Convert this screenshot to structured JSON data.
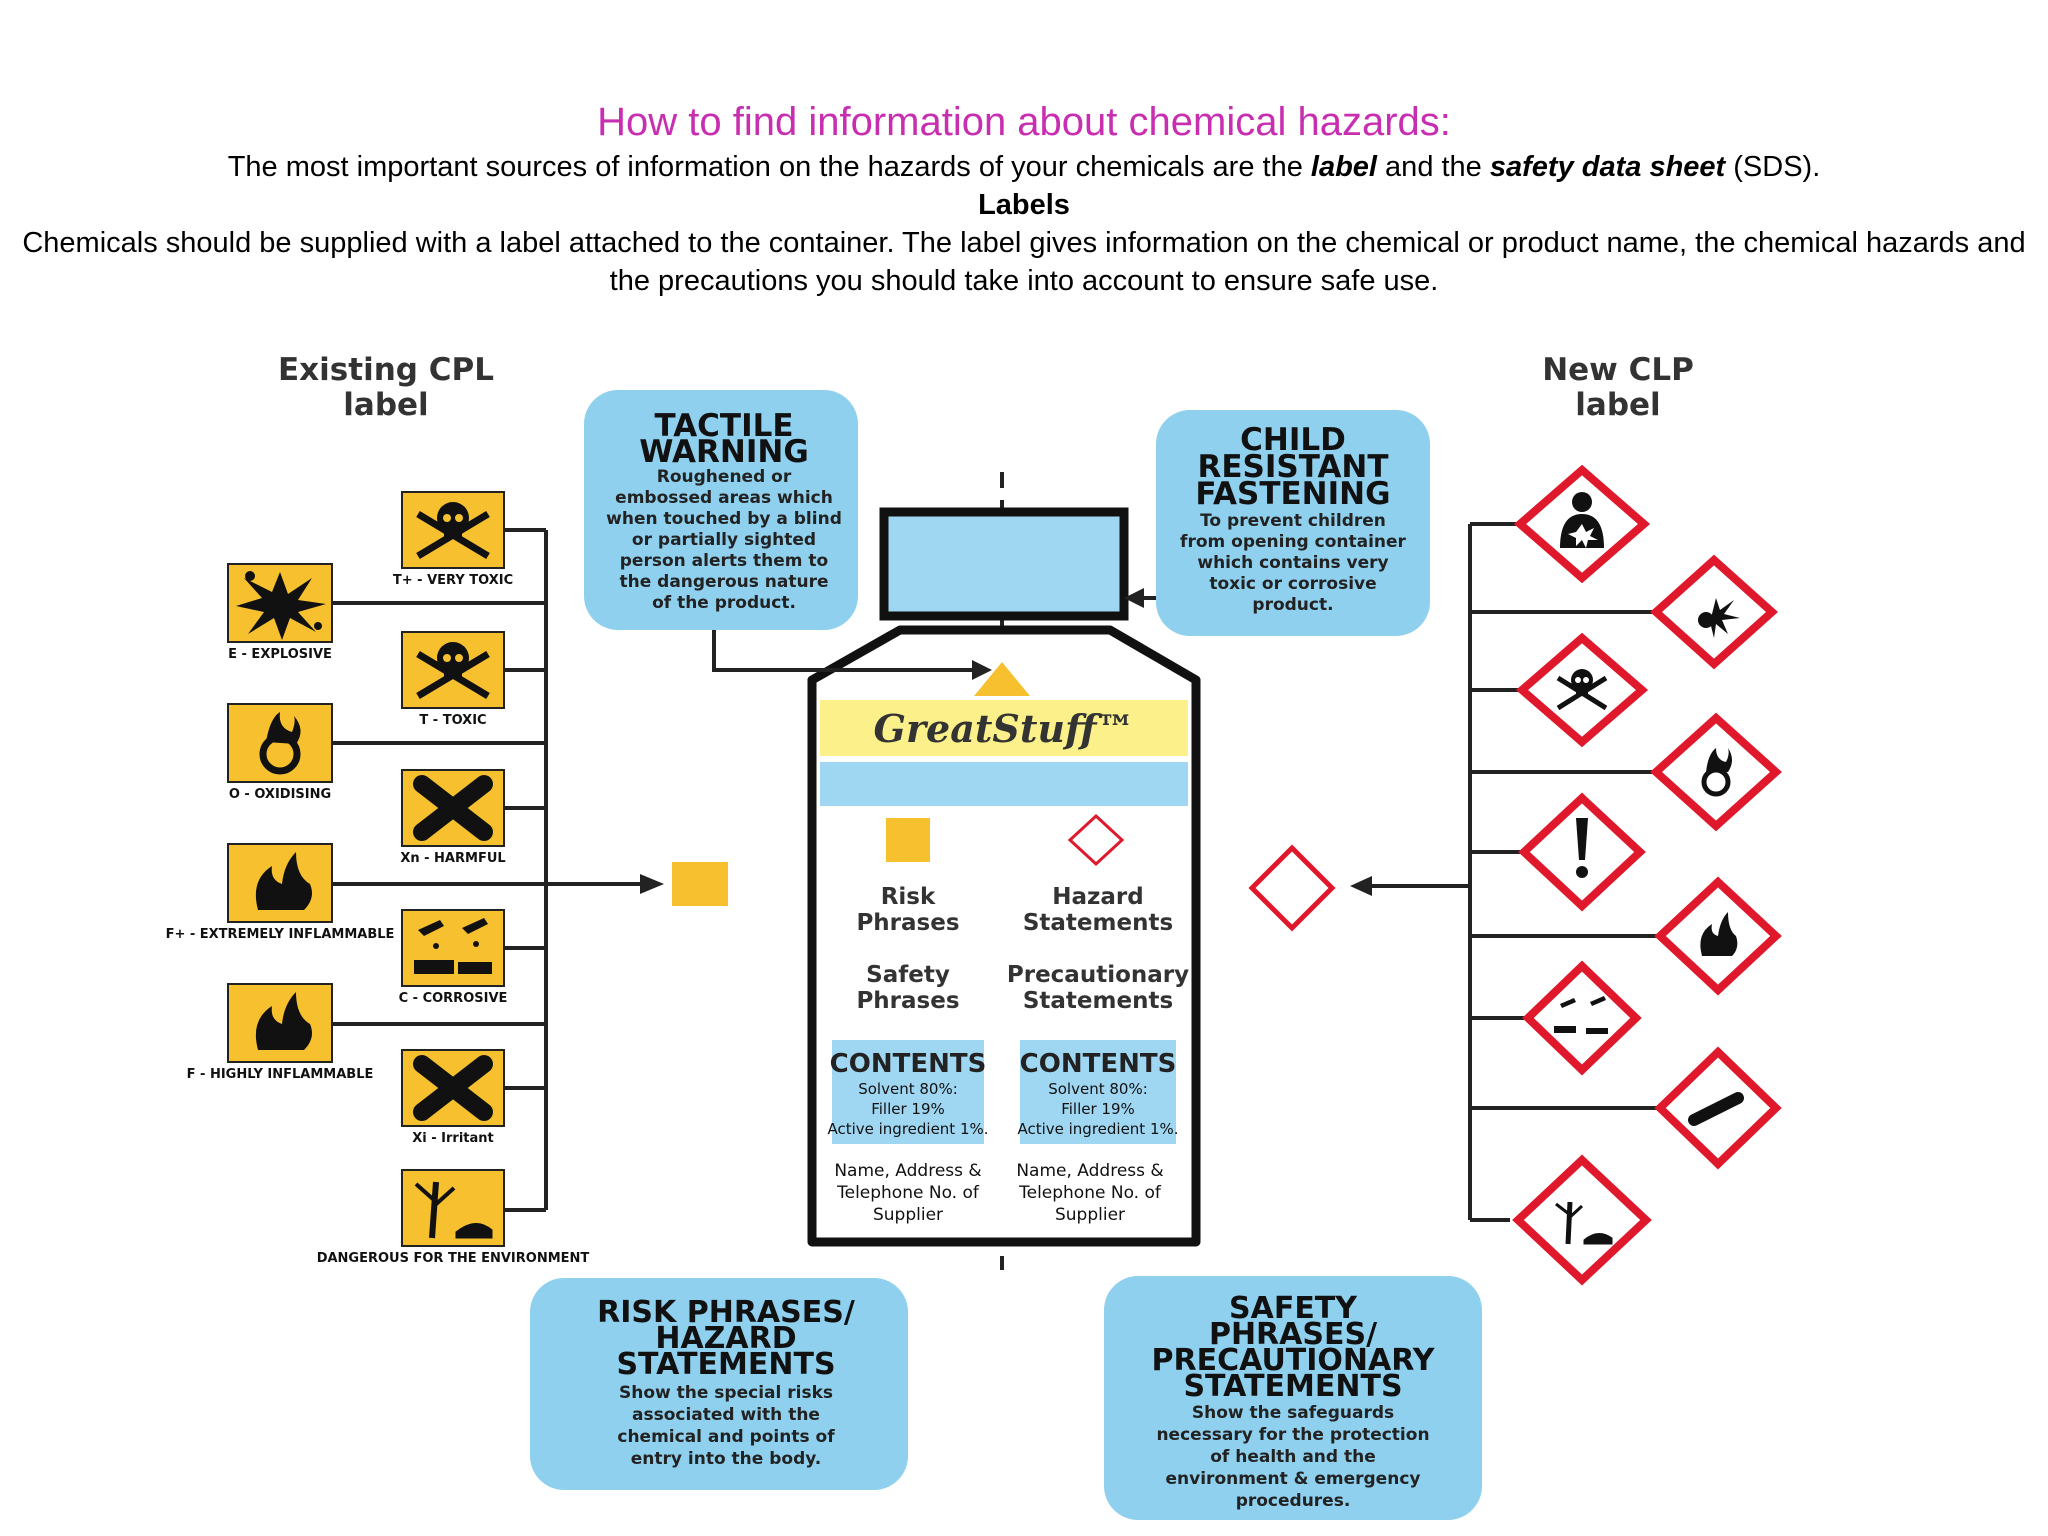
{
  "header": {
    "title": "How to find information about chemical hazards:",
    "intro_pre": "The most important sources of information on the hazards of your chemicals are the ",
    "intro_label": "label",
    "intro_mid": " and the ",
    "intro_sds": "safety data sheet",
    "intro_post": " (SDS).",
    "subheading": "Labels",
    "paragraph": "Chemicals should be supplied with a label attached to the container. The label gives information on the chemical or product name, the chemical hazards and the precautions you should take into account to ensure safe use."
  },
  "diagram": {
    "existing_label": [
      "Existing CPL",
      "label"
    ],
    "new_label": [
      "New CLP",
      "label"
    ],
    "cpl_left": [
      {
        "label": "E - EXPLOSIVE",
        "icon": "explosion-icon"
      },
      {
        "label": "O - OXIDISING",
        "icon": "flame-over-circle-icon"
      },
      {
        "label": "F+ - EXTREMELY INFLAMMABLE",
        "icon": "flame-icon"
      },
      {
        "label": "F - HIGHLY INFLAMMABLE",
        "icon": "flame-icon"
      }
    ],
    "cpl_right": [
      {
        "label": "T+ - VERY TOXIC",
        "icon": "skull-crossbones-icon"
      },
      {
        "label": "T - TOXIC",
        "icon": "skull-crossbones-icon"
      },
      {
        "label": "Xn - HARMFUL",
        "icon": "cross-icon"
      },
      {
        "label": "C - CORROSIVE",
        "icon": "corrosion-icon"
      },
      {
        "label": "Xi - Irritant",
        "icon": "cross-icon"
      },
      {
        "label": "DANGEROUS FOR THE ENVIRONMENT",
        "icon": "environment-icon"
      }
    ],
    "clp_pictograms": [
      {
        "icon": "health-hazard-icon"
      },
      {
        "icon": "exploding-bomb-icon"
      },
      {
        "icon": "skull-crossbones-icon"
      },
      {
        "icon": "flame-over-circle-icon"
      },
      {
        "icon": "exclamation-mark-icon"
      },
      {
        "icon": "flame-icon"
      },
      {
        "icon": "corrosion-icon"
      },
      {
        "icon": "gas-cylinder-icon"
      },
      {
        "icon": "environment-icon"
      }
    ],
    "tactile": {
      "title": [
        "TACTILE",
        "WARNING"
      ],
      "body": [
        "Roughened or",
        "embossed areas which",
        "when touched by a blind",
        "or partially sighted",
        "person alerts them to",
        "the dangerous nature",
        "of the product."
      ]
    },
    "child": {
      "title": [
        "CHILD",
        "RESISTANT",
        "FASTENING"
      ],
      "body": [
        "To prevent children",
        "from opening container",
        "which contains very",
        "toxic or corrosive",
        "product."
      ]
    },
    "risk": {
      "title": [
        "RISK PHRASES/",
        "HAZARD",
        "STATEMENTS"
      ],
      "body": [
        "Show the special risks",
        "associated with the",
        "chemical and points of",
        "entry into the body."
      ]
    },
    "safety": {
      "title": [
        "SAFETY",
        "PHRASES/",
        "PRECAUTIONARY",
        "STATEMENTS"
      ],
      "body": [
        "Show the safeguards",
        "necessary for the protection",
        "of health and the",
        "environment & emergency",
        "procedures."
      ]
    },
    "bottle": {
      "brand": "GreatStuff™",
      "left_col": {
        "phrases1": [
          "Risk",
          "Phrases"
        ],
        "phrases2": [
          "Safety",
          "Phrases"
        ],
        "contents_title": "CONTENTS",
        "contents": [
          "Solvent 80%:",
          "Filler 19%",
          "Active ingredient 1%."
        ],
        "supplier": [
          "Name, Address &",
          "Telephone No. of",
          "Supplier"
        ]
      },
      "right_col": {
        "phrases1": [
          "Hazard",
          "Statements"
        ],
        "phrases2": [
          "Precautionary",
          "Statements"
        ],
        "contents_title": "CONTENTS",
        "contents": [
          "Solvent 80%:",
          "Filler 19%",
          "Active ingredient 1%."
        ],
        "supplier": [
          "Name, Address &",
          "Telephone No. of",
          "Supplier"
        ]
      }
    },
    "colors": {
      "magenta": "#c82eb0",
      "box_blue": "#8fd0ee",
      "label_blue": "#9fd6f2",
      "orange": "#f6c02f",
      "yellow_band": "#fbf08a",
      "ghs_red": "#e0182b"
    }
  }
}
